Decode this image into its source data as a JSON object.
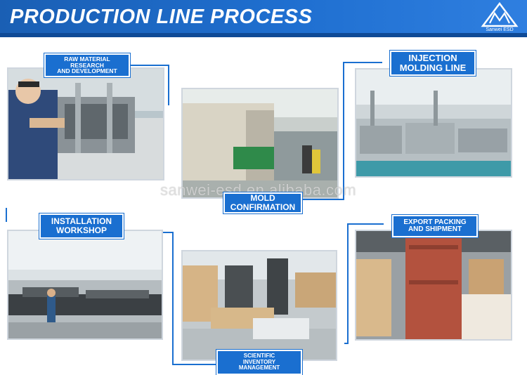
{
  "header": {
    "title": "PRODUCTION LINE PROCESS",
    "logo_text": "Sanwei ESD",
    "logo_icon": "mountain-logo-icon",
    "background": "#1f6fd0"
  },
  "watermark": "sanwei-esd.en.alibaba.com",
  "colors": {
    "accent": "#1a6fd0",
    "frame": "#1a6fd0"
  },
  "steps": [
    {
      "lines": [
        "RAW MATERIAL",
        "RESEARCH",
        "AND DEVELOPMENT"
      ]
    },
    {
      "lines": [
        "MOLD",
        "CONFIRMATION"
      ]
    },
    {
      "lines": [
        "INJECTION",
        "MOLDING LINE"
      ]
    },
    {
      "lines": [
        "INSTALLATION",
        "WORKSHOP"
      ]
    },
    {
      "lines": [
        "SCIENTIFIC",
        "INVENTORY",
        "MANAGEMENT"
      ]
    },
    {
      "lines": [
        "EXPORT PACKING",
        "AND SHIPMENT"
      ]
    }
  ]
}
